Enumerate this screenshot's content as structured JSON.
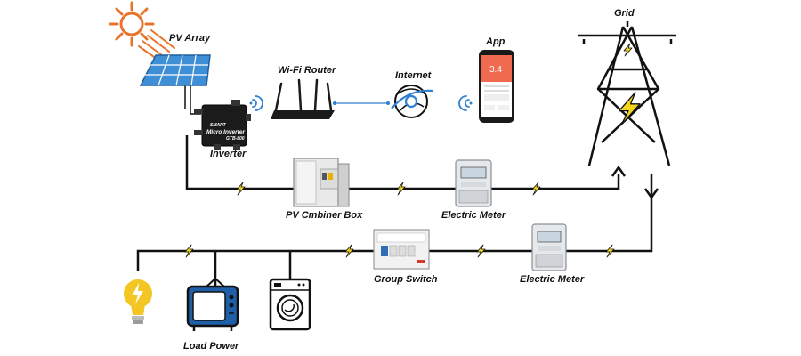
{
  "labels": {
    "pv_array": "PV  Array",
    "inverter": "Inverter",
    "wifi_router": "Wi-Fi  Router",
    "internet": "Internet",
    "app": "App",
    "grid": "Grid",
    "pv_combiner_box": "PV Cmbiner Box",
    "electric_meter_top": "Electric Meter",
    "group_switch": "Group Switch",
    "electric_meter_bottom": "Electric Meter",
    "load_power": "Load  Power"
  },
  "inverter_text": {
    "brand": "SMART",
    "name": "Micro Inverter",
    "model": "GTB-800"
  },
  "app_screen": {
    "value": "3.4"
  },
  "colors": {
    "line": "#111111",
    "sun": "#e8742a",
    "panel": "#3f8fd6",
    "wifi": "#2f7fd0",
    "bolt": "#f2d41d",
    "app_header": "#f06a4f",
    "bulb": "#f3c623",
    "tv": "#1f5fa8"
  }
}
